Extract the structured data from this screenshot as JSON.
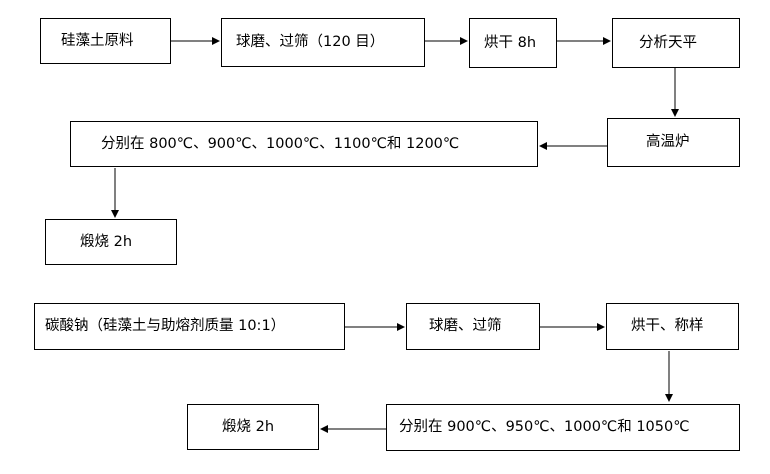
{
  "flow1": {
    "step1": "硅藻土原料",
    "step2": "球磨、过筛（120 目）",
    "step3": "烘干 8h",
    "step4": "分析天平",
    "step5": "高温炉",
    "step6": "分别在 800℃、900℃、1000℃、1100℃和 1200℃",
    "step7": "煅烧 2h"
  },
  "flow2": {
    "step1": "碳酸钠（硅藻土与助熔剂质量 10:1）",
    "step2": "球磨、过筛",
    "step3": "烘干、称样",
    "step4": "分别在 900℃、950℃、1000℃和 1050℃",
    "step5": "煅烧 2h"
  }
}
